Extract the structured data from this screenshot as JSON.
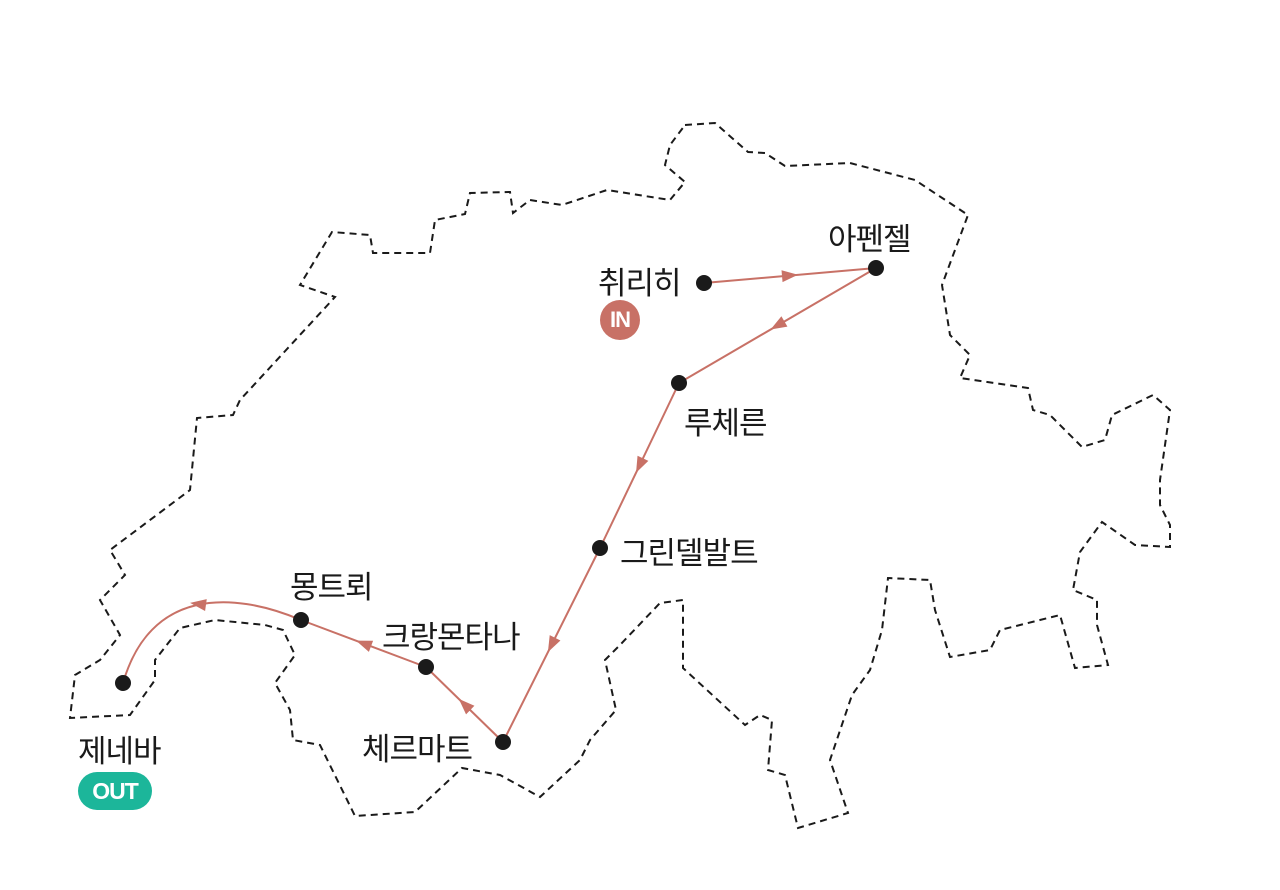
{
  "map": {
    "border_color": "#1a1a1a",
    "route_color": "#c87166",
    "dot_color": "#1a1a1a",
    "cities": [
      {
        "name": "취리히"
      },
      {
        "name": "아펜젤"
      },
      {
        "name": "루체른"
      },
      {
        "name": "그린델발트"
      },
      {
        "name": "체르마트"
      },
      {
        "name": "크랑몬타나"
      },
      {
        "name": "몽트뢰"
      },
      {
        "name": "제네바"
      }
    ],
    "start_badge": {
      "label": "IN",
      "color": "#c87166"
    },
    "end_badge": {
      "label": "OUT",
      "color": "#1cb69a"
    }
  }
}
